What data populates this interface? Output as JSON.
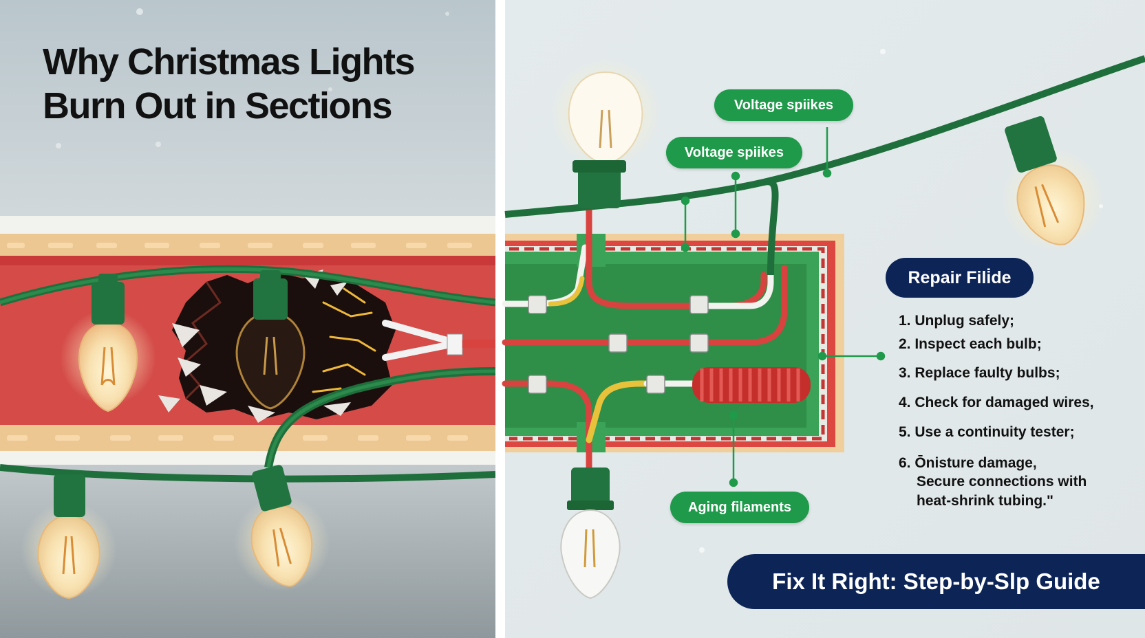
{
  "title": {
    "line1": "Why Christmas Lights",
    "line2": "Burn Out in Sections"
  },
  "labels": {
    "voltage_upper": "Voltage spiikes",
    "voltage_lower": "Voltage spiikes",
    "aging": "Aging filaments"
  },
  "repair": {
    "heading": "Repair Fili̇de",
    "steps": [
      "1. Unplug safely;",
      "2. Inspect each bulb;",
      "3. Replace faulty bulbs;",
      "4. Check for damaged wires,",
      "5. Use a continuity tester;",
      "6. Ōnisture damage,",
      "Secure connections with",
      "heat-shrink tubing.\""
    ]
  },
  "banner": "Fix It Right: Step-by-Slp Guide",
  "colors": {
    "green": "#1e9a4a",
    "navy": "#0d2457",
    "wire_red": "#d8433f",
    "wire_yellow": "#e8c23a"
  }
}
